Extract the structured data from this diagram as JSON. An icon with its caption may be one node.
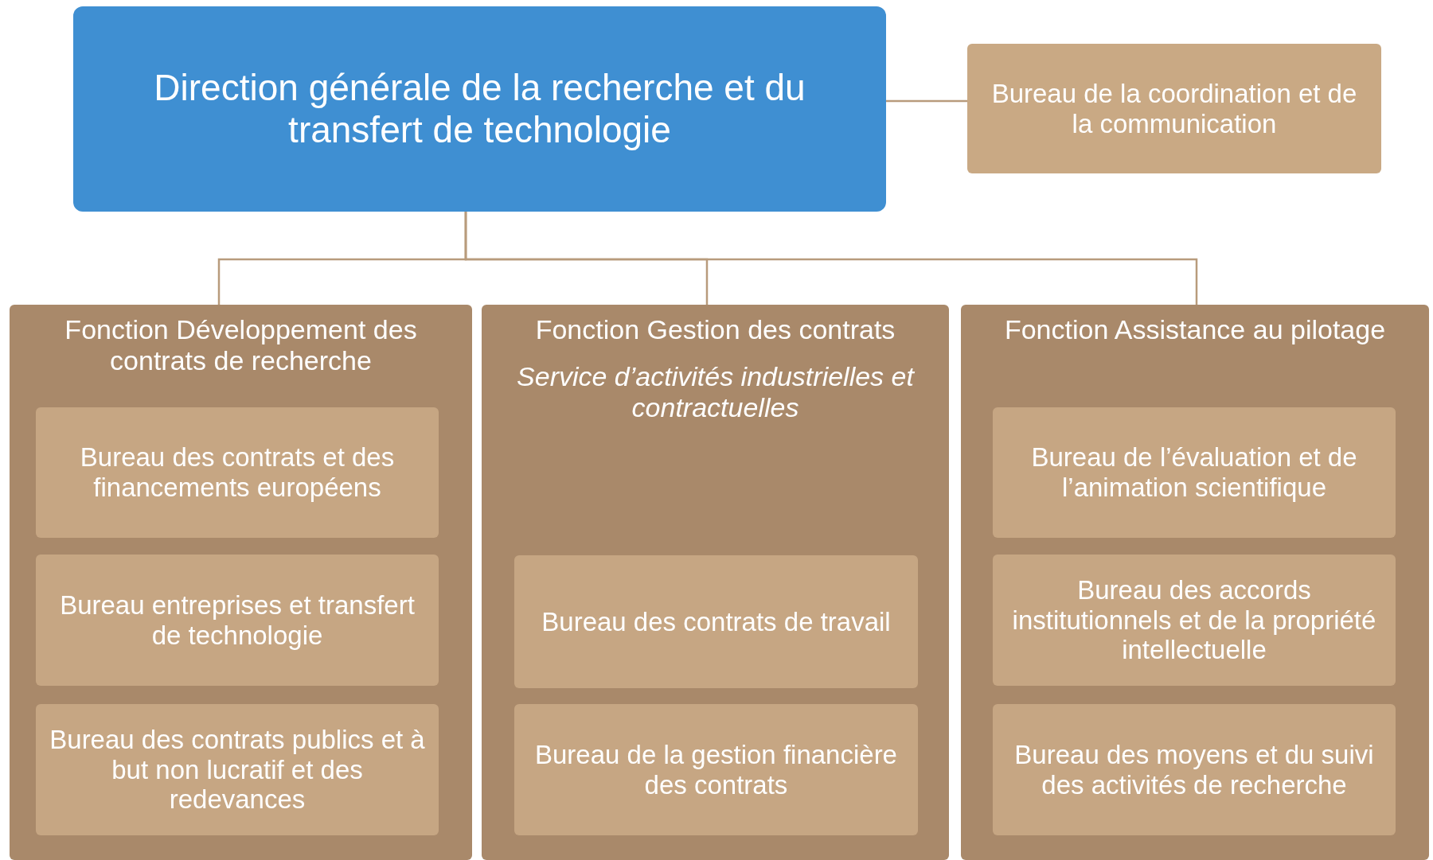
{
  "diagram": {
    "nodes": [
      {
        "text": [
          "Direction générale de la recherche et du transfert de technologie"
        ]
      },
      {
        "text": [
          "Bureau de la coordination et de la communication"
        ]
      },
      {
        "text": [
          "Fonction Développement des contrats de recherche"
        ]
      },
      {
        "text": [
          "Bureau des contrats et des financements européens"
        ],
        "in": 2
      },
      {
        "text": [
          "Bureau entreprises et transfert de technologie"
        ],
        "in": 2
      },
      {
        "text": [
          "Bureau des contrats publics et à but non lucratif et des redevances"
        ],
        "in": 2
      },
      {
        "text": [
          "Fonction Gestion des contrats",
          "Service d’activités industrielles et contractuelles"
        ]
      },
      {
        "text": [
          "Bureau des contrats de travail"
        ],
        "in": 6
      },
      {
        "text": [
          "Bureau de la gestion financière des contrats"
        ],
        "in": 6
      },
      {
        "text": [
          "Fonction Assistance au pilotage"
        ]
      },
      {
        "text": [
          "Bureau de l’évaluation et de l’animation scientifique"
        ],
        "in": 9
      },
      {
        "text": [
          "Bureau des accords institutionnels et de la propriété intellectuelle"
        ],
        "in": 9
      },
      {
        "text": [
          "Bureau des moyens et du suivi des activités de recherche"
        ],
        "in": 9
      }
    ],
    "edges": [
      {
        "from": 0,
        "to": 1,
        "arrow": "none"
      },
      {
        "from": 0,
        "to": 2,
        "arrow": "none"
      },
      {
        "from": 0,
        "to": 6,
        "arrow": "none"
      },
      {
        "from": 0,
        "to": 9,
        "arrow": "none"
      }
    ]
  }
}
